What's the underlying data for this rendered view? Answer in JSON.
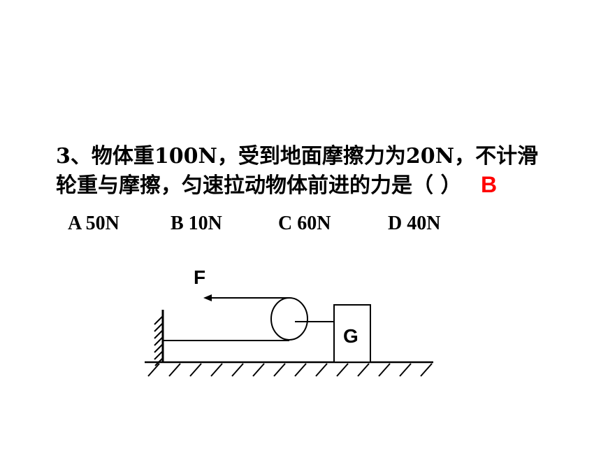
{
  "question": {
    "line1": "3、物体重100N，受到地面摩擦力为20N，不计滑",
    "line2": "轮重与摩擦，匀速拉动物体前进的力是（   ）",
    "answer": "B",
    "answer_color": "#ff0000"
  },
  "options": [
    {
      "label": "A 50N"
    },
    {
      "label": "B 10N"
    },
    {
      "label": "C 60N"
    },
    {
      "label": "D 40N"
    }
  ],
  "diagram": {
    "force_label": "F",
    "block_label": "G"
  }
}
